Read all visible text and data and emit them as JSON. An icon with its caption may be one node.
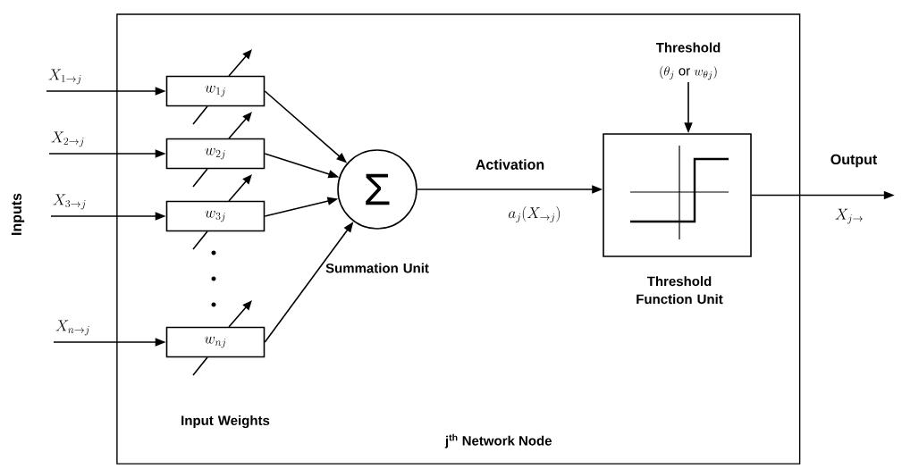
{
  "diagram": {
    "nodes": [
      {
        "text": [
          "j$^{th}$ Network Node"
        ]
      },
      {
        "text": [
          "X_{1 \\to j}"
        ]
      },
      {
        "text": [
          "w_{1j}"
        ],
        "in": 0
      },
      {
        "text": [
          "X_{2 \\to j}"
        ]
      },
      {
        "text": [
          "w_{2j}"
        ],
        "in": 0
      },
      {
        "text": [
          "X_{3 \\to j}"
        ]
      },
      {
        "text": [
          "w_{3j}"
        ],
        "in": 0
      },
      {
        "text": [
          "X_{n \\to j}"
        ]
      },
      {
        "text": [
          "w_{nj}"
        ],
        "in": 0
      },
      {
        "text": [
          "Σ"
        ],
        "beside": [
          "Summation Unit"
        ],
        "in": 0
      },
      {
        "text": [],
        "shape": "box",
        "beside": [
          "Threshold Function Unit"
        ],
        "in": 0
      },
      {
        "text": [
          "Threshold",
          "(\\theta_{j}\\ \\mathrm{or}\\ w_{\\theta j})"
        ],
        "in": 0
      }
    ],
    "edges": [
      {
        "from": 1,
        "to": 2,
        "arrow": "to"
      },
      {
        "from": 3,
        "to": 4,
        "arrow": "to"
      },
      {
        "from": 5,
        "to": 6,
        "arrow": "to"
      },
      {
        "from": 7,
        "to": 8,
        "arrow": "to"
      },
      {
        "from": 2,
        "to": 9,
        "arrow": "to"
      },
      {
        "from": 4,
        "to": 9,
        "arrow": "to"
      },
      {
        "from": 6,
        "to": 9,
        "arrow": "to"
      },
      {
        "from": 8,
        "to": 9,
        "arrow": "to"
      },
      {
        "from": 9,
        "to": 10,
        "arrow": "to",
        "label": "Activation"
      },
      {
        "from": 11,
        "to": 10,
        "arrow": "to"
      },
      {
        "from": 10,
        "to": null,
        "arrow": "to",
        "label": "Output"
      }
    ],
    "labels": [
      "Inputs",
      "a_{j}(X_{\\to j})",
      "X_{j \\to}",
      "Input Weights"
    ]
  }
}
